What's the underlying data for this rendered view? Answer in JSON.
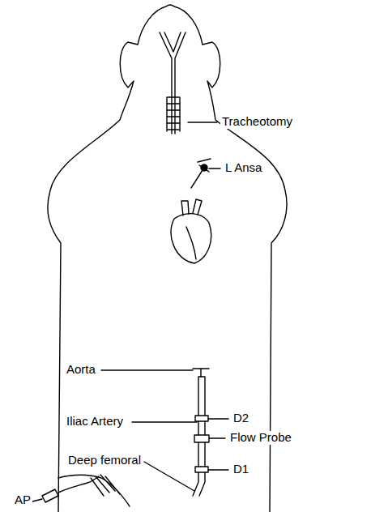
{
  "diagram": {
    "labels": [
      "Tracheotomy",
      "L Ansa",
      "Aorta",
      "Iliac Artery",
      "D2",
      "Flow Probe",
      "Deep femoral",
      "D1",
      "AP"
    ]
  }
}
